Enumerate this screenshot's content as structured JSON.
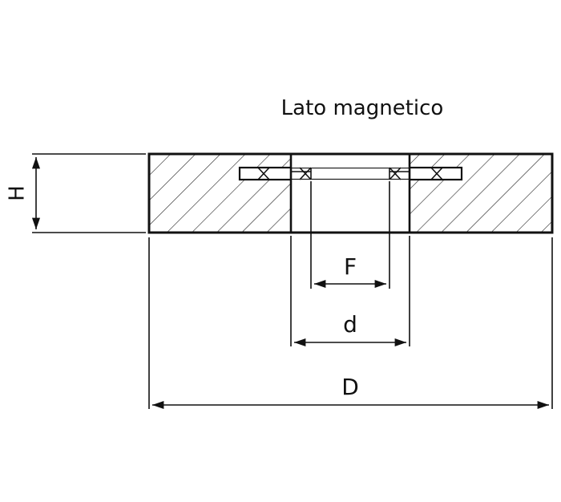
{
  "title": "Lato magnetico",
  "dimensions": {
    "height_label": "H",
    "bore_label": "F",
    "inner_label": "d",
    "outer_label": "D"
  },
  "colors": {
    "line": "#111111",
    "background": "#ffffff"
  }
}
